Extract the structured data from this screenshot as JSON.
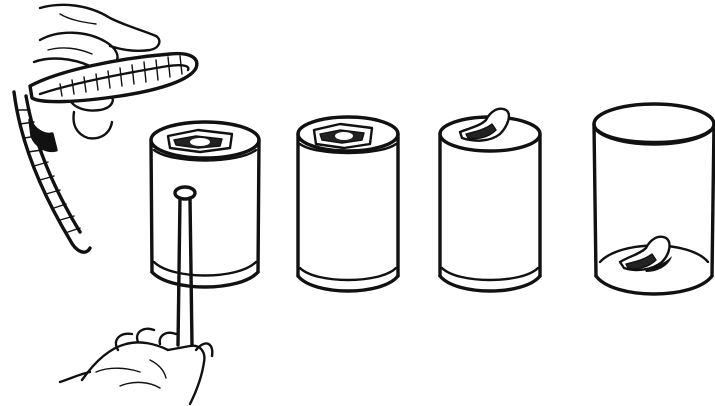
{
  "scene": {
    "background_color": "#ffffff",
    "ink_color": "#111111",
    "panels": [
      {
        "step": 1,
        "depicts": "can-with-banknote-on-lid-held-by-hand-and-rod"
      },
      {
        "step": 2,
        "depicts": "closed-can-with-banknote-on-lid"
      },
      {
        "step": 3,
        "depicts": "closed-can-with-curled-banknote-on-lid"
      },
      {
        "step": 4,
        "depicts": "glass-jar-with-banknote-at-bottom"
      }
    ]
  }
}
